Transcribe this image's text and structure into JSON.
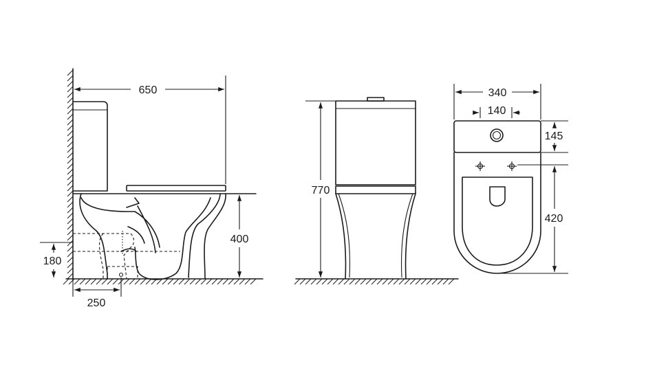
{
  "dimensions": {
    "side_depth": "650",
    "side_seat_height": "400",
    "side_outlet_height": "180",
    "side_outlet_distance": "250",
    "front_total_height": "770",
    "top_width": "340",
    "top_hole_spacing": "140",
    "top_tank_depth": "145",
    "top_bowl_length": "420"
  }
}
